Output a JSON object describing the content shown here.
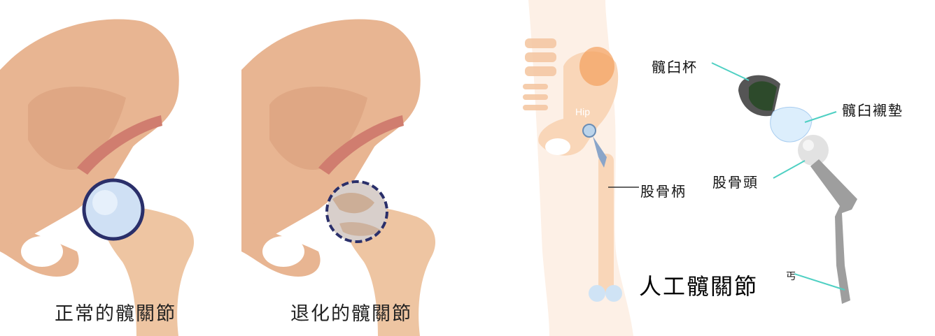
{
  "panels": {
    "normal": {
      "caption": "正常的髖關節"
    },
    "degenerated": {
      "caption": "退化的髖關節"
    }
  },
  "implant": {
    "hip_label": "Hip",
    "labels": {
      "acetabular_cup": "髖臼杯",
      "acetabular_liner": "髖臼襯墊",
      "femoral_head": "股骨頭",
      "femoral_stem": "股骨柄"
    },
    "title": "人工髖關節",
    "partial_glyph": "丐"
  }
}
